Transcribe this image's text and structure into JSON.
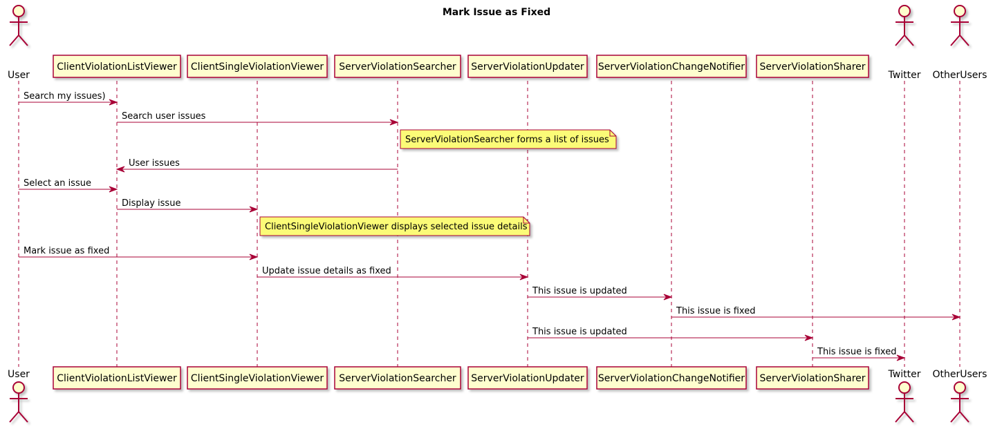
{
  "title": "Mark Issue as Fixed",
  "colors": {
    "participant_fill": "#FEFECE",
    "border": "#A80036",
    "note_fill": "#FBFB77",
    "lifeline": "#A80036"
  },
  "participants": [
    {
      "id": "user",
      "label": "User",
      "kind": "actor"
    },
    {
      "id": "clvv",
      "label": "ClientViolationListViewer",
      "kind": "participant"
    },
    {
      "id": "csvv",
      "label": "ClientSingleViolationViewer",
      "kind": "participant"
    },
    {
      "id": "svs",
      "label": "ServerViolationSearcher",
      "kind": "participant"
    },
    {
      "id": "svu",
      "label": "ServerViolationUpdater",
      "kind": "participant"
    },
    {
      "id": "svcn",
      "label": "ServerViolationChangeNotifier",
      "kind": "participant"
    },
    {
      "id": "svsh",
      "label": "ServerViolationSharer",
      "kind": "participant"
    },
    {
      "id": "twitter",
      "label": "Twitter",
      "kind": "actor"
    },
    {
      "id": "others",
      "label": "OtherUsers",
      "kind": "actor"
    }
  ],
  "events": [
    {
      "type": "message",
      "from": "user",
      "to": "clvv",
      "label": "Search my issues)"
    },
    {
      "type": "message",
      "from": "clvv",
      "to": "svs",
      "label": "Search user issues"
    },
    {
      "type": "note",
      "over": "svs",
      "label": "ServerViolationSearcher forms a list of issues"
    },
    {
      "type": "message",
      "from": "svs",
      "to": "clvv",
      "label": "User issues"
    },
    {
      "type": "message",
      "from": "user",
      "to": "clvv",
      "label": "Select an issue"
    },
    {
      "type": "message",
      "from": "clvv",
      "to": "csvv",
      "label": "Display issue"
    },
    {
      "type": "note",
      "over": "csvv",
      "label": "ClientSingleViolationViewer displays selected issue details"
    },
    {
      "type": "message",
      "from": "user",
      "to": "csvv",
      "label": "Mark issue as fixed"
    },
    {
      "type": "message",
      "from": "csvv",
      "to": "svu",
      "label": "Update issue details as fixed"
    },
    {
      "type": "message",
      "from": "svu",
      "to": "svcn",
      "label": "This issue is updated"
    },
    {
      "type": "message",
      "from": "svcn",
      "to": "others",
      "label": "This issue is fixed"
    },
    {
      "type": "message",
      "from": "svu",
      "to": "svsh",
      "label": "This issue is updated"
    },
    {
      "type": "message",
      "from": "svsh",
      "to": "twitter",
      "label": "This issue is fixed"
    }
  ]
}
